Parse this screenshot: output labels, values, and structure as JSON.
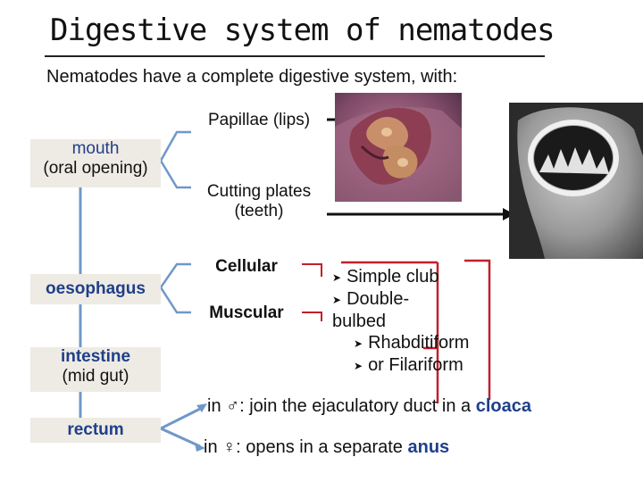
{
  "title": "Digestive system of nematodes",
  "subtitle": "Nematodes have a complete digestive system, with:",
  "parts": {
    "mouth_line1": "mouth",
    "mouth_line2": "(oral opening)",
    "oesophagus": "oesophagus",
    "intestine_line1": "intestine",
    "intestine_line2": "(mid gut)",
    "rectum": "rectum"
  },
  "mouth_parts": {
    "papillae": "Papillae (lips)",
    "cutting_line1": "Cutting plates",
    "cutting_line2": "(teeth)"
  },
  "oesophagus_kinds": {
    "cellular": "Cellular",
    "muscular": "Muscular"
  },
  "oesophagus_types": {
    "type1": "Simple club",
    "type2a": "Double-",
    "type2b": "bulbed",
    "type3": "Rhabditiform",
    "type4": "or Filariform"
  },
  "rectum_outcomes": {
    "male_prefix": "in ♂: join the ejaculatory duct in a ",
    "male_kw": "cloaca",
    "female_prefix": "in ♀: opens in a separate ",
    "female_kw": "anus"
  },
  "colors": {
    "accent_blue": "#1f3f8a",
    "line_blue": "#6f98c8",
    "bracket_red": "#c0202a",
    "box_fill": "#eeebe4"
  },
  "icons": {
    "bullet": "arrowhead-bullet-icon",
    "pointer": "black-arrow-icon"
  }
}
